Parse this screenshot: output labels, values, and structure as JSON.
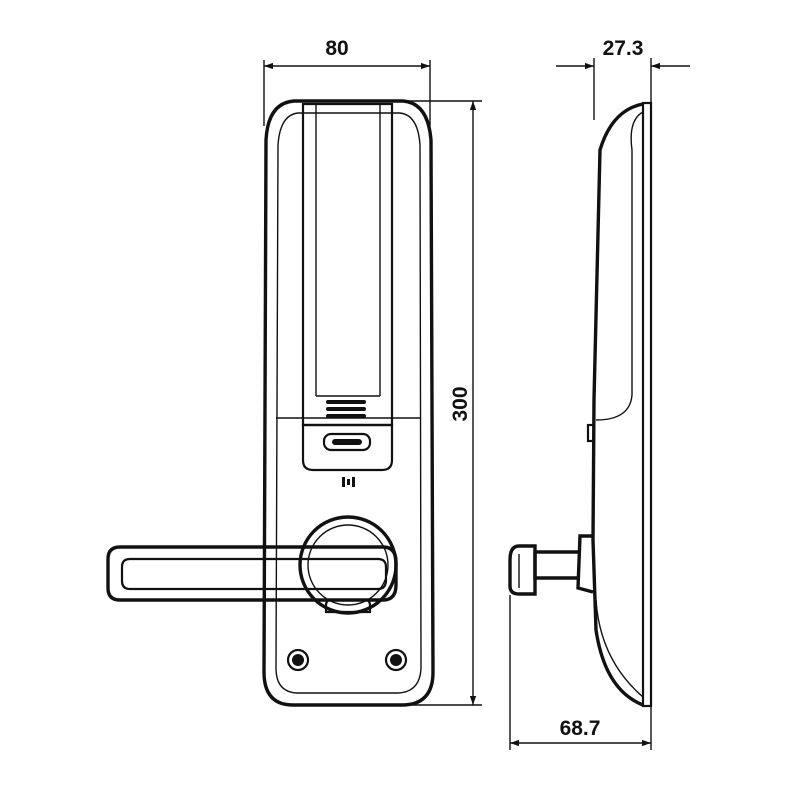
{
  "dimensions": {
    "front_width": "80",
    "front_height": "300",
    "side_depth": "27.3",
    "side_handle_depth": "68.7"
  },
  "colors": {
    "line": "#111111",
    "background": "#ffffff"
  }
}
